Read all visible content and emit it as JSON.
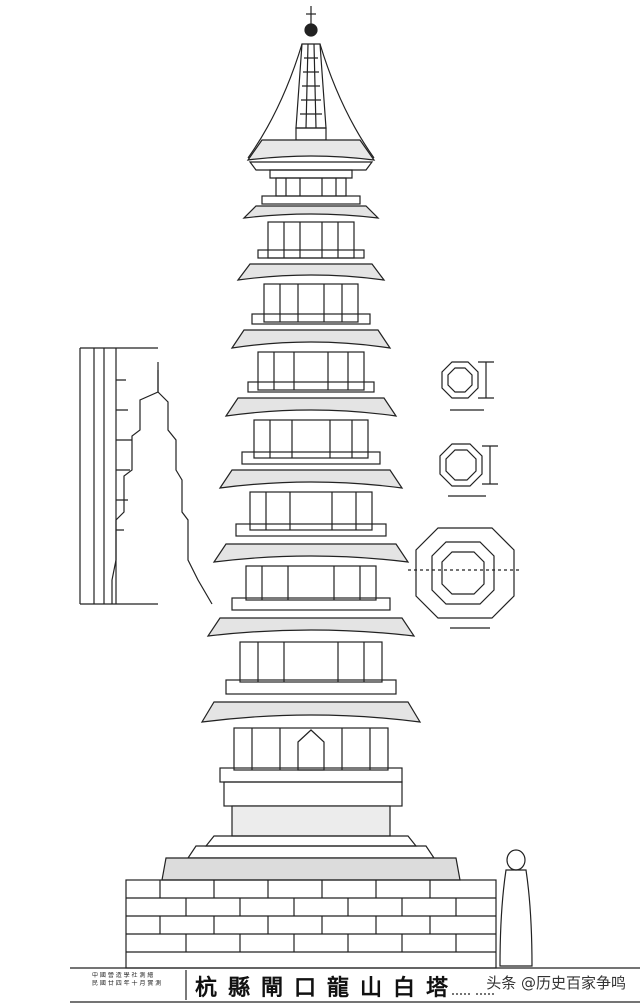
{
  "title": "杭縣閘口龍山白塔",
  "notes": [
    "中 國 營 造 學 社 測 繪",
    "民 國 廿 四 年 十 月 實 測"
  ],
  "watermark": "头条 @历史百家争鸣"
}
